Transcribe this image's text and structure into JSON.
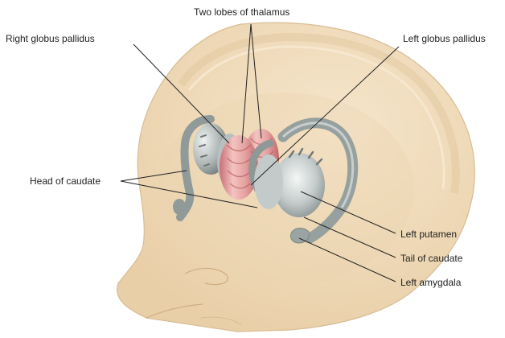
{
  "labels": {
    "thalamus": "Two lobes of thalamus",
    "right_globus_pallidus": "Right globus pallidus",
    "left_globus_pallidus": "Left globus pallidus",
    "head_of_caudate": "Head of caudate",
    "left_putamen": "Left putamen",
    "tail_of_caudate": "Tail of caudate",
    "left_amygdala": "Left amygdala"
  },
  "colors": {
    "skull_fill": "#f0dcbc",
    "skull_edge": "#dcc29a",
    "inner_shade": "#ead3b0",
    "structure_gray": "#9aa4a3",
    "structure_light": "#dfe5e4",
    "thalamus_pink": "#dc8f8f",
    "thalamus_light": "#f2c3c0",
    "leader_line": "#222222"
  }
}
